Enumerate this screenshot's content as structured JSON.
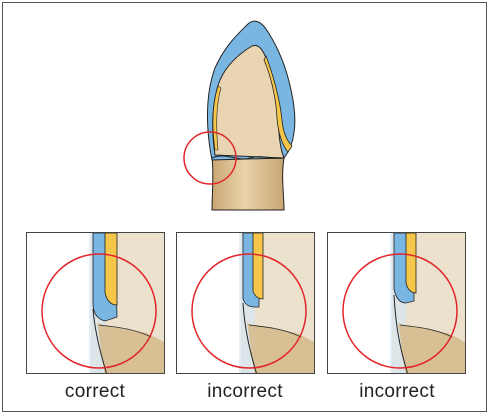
{
  "captions": [
    "correct",
    "incorrect",
    "incorrect"
  ],
  "colors": {
    "enamel": "#7ab6e2",
    "dentin": "#e9d5b2",
    "gold": "#f5c64a",
    "root": "#d6b88a",
    "highlight_circle": "#e2252b",
    "outline": "#222222"
  }
}
